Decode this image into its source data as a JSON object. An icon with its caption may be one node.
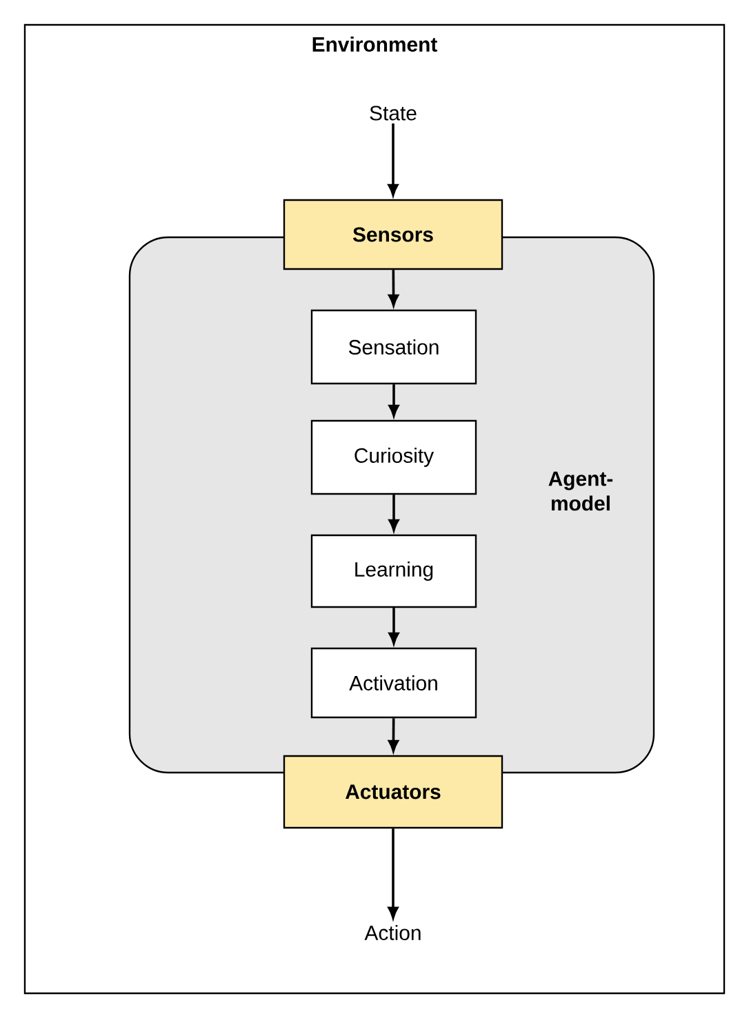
{
  "diagram": {
    "nodes": [
      {
        "text": [
          "Environment"
        ]
      },
      {
        "text": [
          "State"
        ],
        "in": 0
      },
      {
        "text": [
          "Sensors"
        ],
        "in": 0
      },
      {
        "text": [
          "Agent-model"
        ],
        "in": 0
      },
      {
        "text": [
          "Sensation"
        ],
        "in": 3
      },
      {
        "text": [
          "Curiosity"
        ],
        "in": 3
      },
      {
        "text": [
          "Learning"
        ],
        "in": 3
      },
      {
        "text": [
          "Activation"
        ],
        "in": 3
      },
      {
        "text": [
          "Actuators"
        ],
        "in": 0
      },
      {
        "text": [
          "Action"
        ],
        "in": 0
      }
    ],
    "edges": [
      {
        "from": 1,
        "to": 2,
        "arrow": "to"
      },
      {
        "from": 2,
        "to": 4,
        "arrow": "to"
      },
      {
        "from": 4,
        "to": 5,
        "arrow": "to"
      },
      {
        "from": 5,
        "to": 6,
        "arrow": "to"
      },
      {
        "from": 6,
        "to": 7,
        "arrow": "to"
      },
      {
        "from": 7,
        "to": 8,
        "arrow": "to"
      },
      {
        "from": 8,
        "to": 9,
        "arrow": "to"
      }
    ]
  }
}
